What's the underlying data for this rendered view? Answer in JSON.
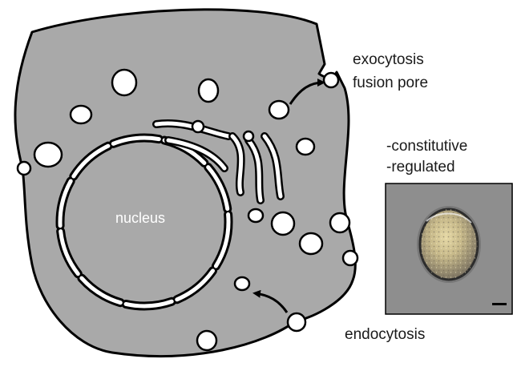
{
  "labels": {
    "nucleus": "nucleus",
    "exocytosis_line1": "exocytosis",
    "exocytosis_line2": "fusion pore",
    "constitutive": "-constitutive",
    "regulated": "-regulated",
    "endocytosis": "endocytosis"
  },
  "colors": {
    "cytoplasm": "#a9a9a9",
    "outline": "#000000",
    "vesicle": "#ffffff",
    "text": "#1a1a1a",
    "micrograph_bg": "#8e8e8e"
  },
  "icons": {
    "exo_arrow": "curved-arrow-icon",
    "endo_arrow": "curved-arrow-icon"
  }
}
